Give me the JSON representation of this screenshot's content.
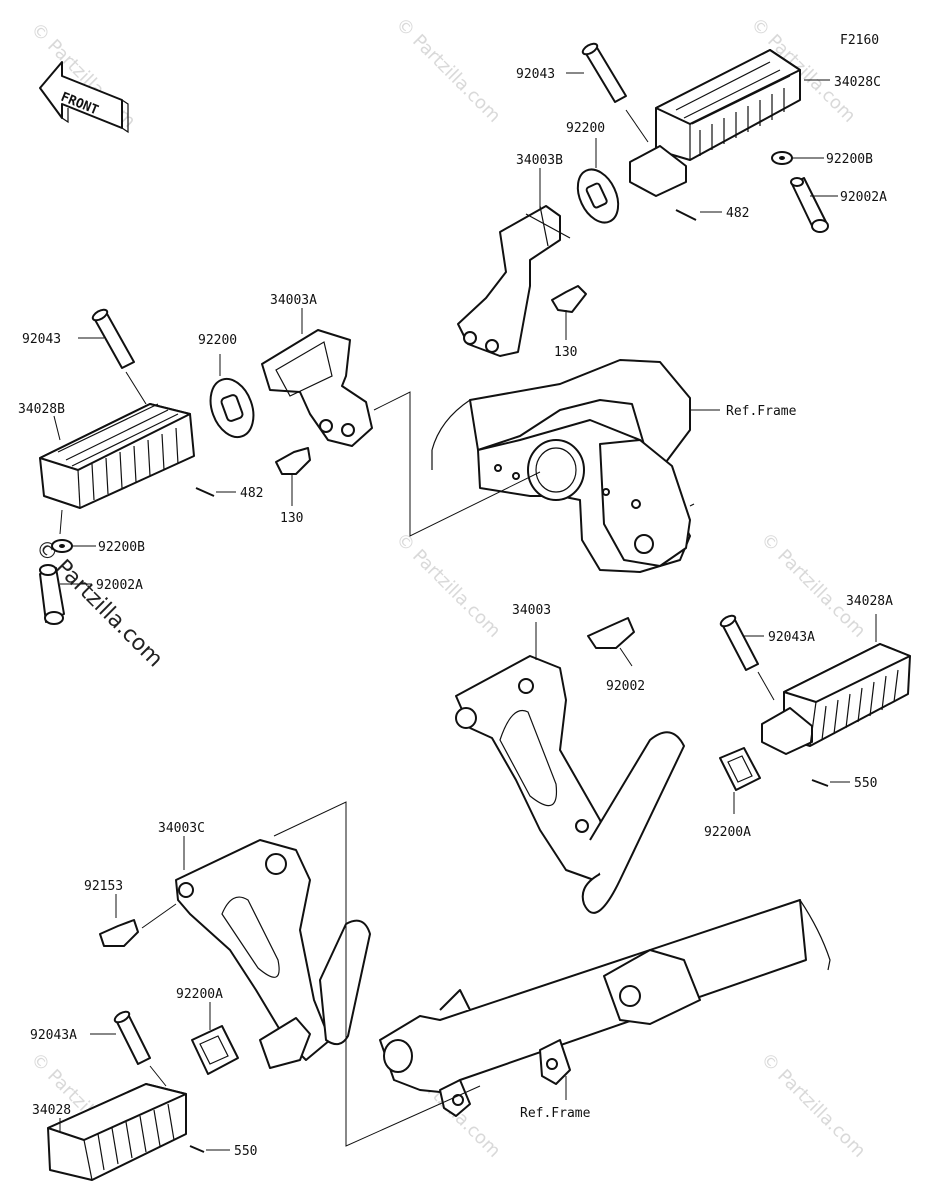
{
  "figure_code": "F2160",
  "front_arrow_text": "FRONT",
  "watermark": "© Partzilla.com",
  "labels": {
    "p92043_top": "92043",
    "p34028C": "34028C",
    "p92200_top": "92200",
    "p34003B": "34003B",
    "p92200B_top": "92200B",
    "p92002A_top": "92002A",
    "p482_top": "482",
    "p130_top": "130",
    "p34003A": "34003A",
    "p92043_left": "92043",
    "p92200_left": "92200",
    "p34028B": "34028B",
    "p482_left": "482",
    "p130_left": "130",
    "p92200B_left": "92200B",
    "p92002A_left": "92002A",
    "ref_frame_top": "Ref.Frame",
    "p34003": "34003",
    "p92002": "92002",
    "p34028A": "34028A",
    "p92043A_right": "92043A",
    "p550_right": "550",
    "p92200A_right": "92200A",
    "p34003C": "34003C",
    "p92153": "92153",
    "p92200A_left": "92200A",
    "p92043A_left": "92043A",
    "p34028": "34028",
    "p550_left": "550",
    "ref_frame_bottom": "Ref.Frame"
  }
}
